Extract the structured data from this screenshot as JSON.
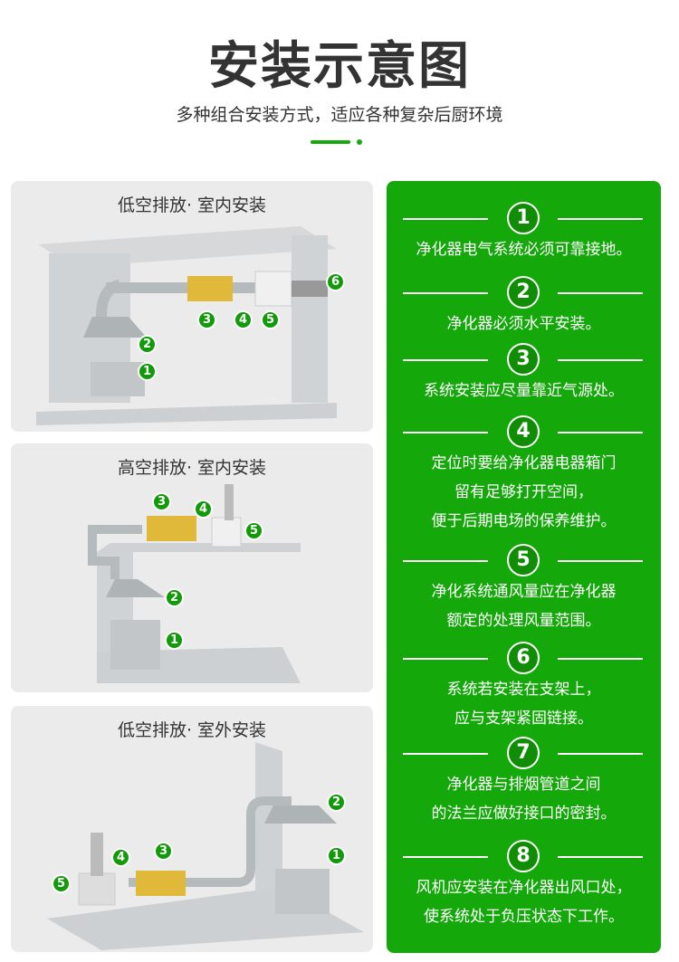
{
  "header": {
    "title": "安装示意图",
    "subtitle": "多种组合安装方式，适应各种复杂后厨环境"
  },
  "panels": [
    {
      "title": "低空排放· 室内安装",
      "badges": [
        "1",
        "2",
        "3",
        "4",
        "5",
        "6"
      ]
    },
    {
      "title": "高空排放· 室内安装",
      "badges": [
        "1",
        "2",
        "3",
        "4",
        "5"
      ]
    },
    {
      "title": "低空排放· 室外安装",
      "badges": [
        "1",
        "2",
        "3",
        "4",
        "5"
      ]
    }
  ],
  "steps": [
    {
      "num": "1",
      "lines": [
        "净化器电气系统必须可靠接地。"
      ]
    },
    {
      "num": "2",
      "lines": [
        "净化器必须水平安装。"
      ]
    },
    {
      "num": "3",
      "lines": [
        "系统安装应尽量靠近气源处。"
      ]
    },
    {
      "num": "4",
      "lines": [
        "定位时要给净化器电器箱门",
        "留有足够打开空间，",
        "便于后期电场的保养维护。"
      ]
    },
    {
      "num": "5",
      "lines": [
        "净化系统通风量应在净化器",
        "额定的处理风量范围。"
      ]
    },
    {
      "num": "6",
      "lines": [
        "系统若安装在支架上，",
        "应与支架紧固链接。"
      ]
    },
    {
      "num": "7",
      "lines": [
        "净化器与排烟管道之间",
        "的法兰应做好接口的密封。"
      ]
    },
    {
      "num": "8",
      "lines": [
        "风机应安装在净化器出风口处，",
        "使系统处于负压状态下工作。"
      ]
    }
  ],
  "colors": {
    "green": "#14a80a",
    "badge": "#129a0a",
    "panel": "#ebebeb",
    "purifier": "#e0b93a"
  }
}
